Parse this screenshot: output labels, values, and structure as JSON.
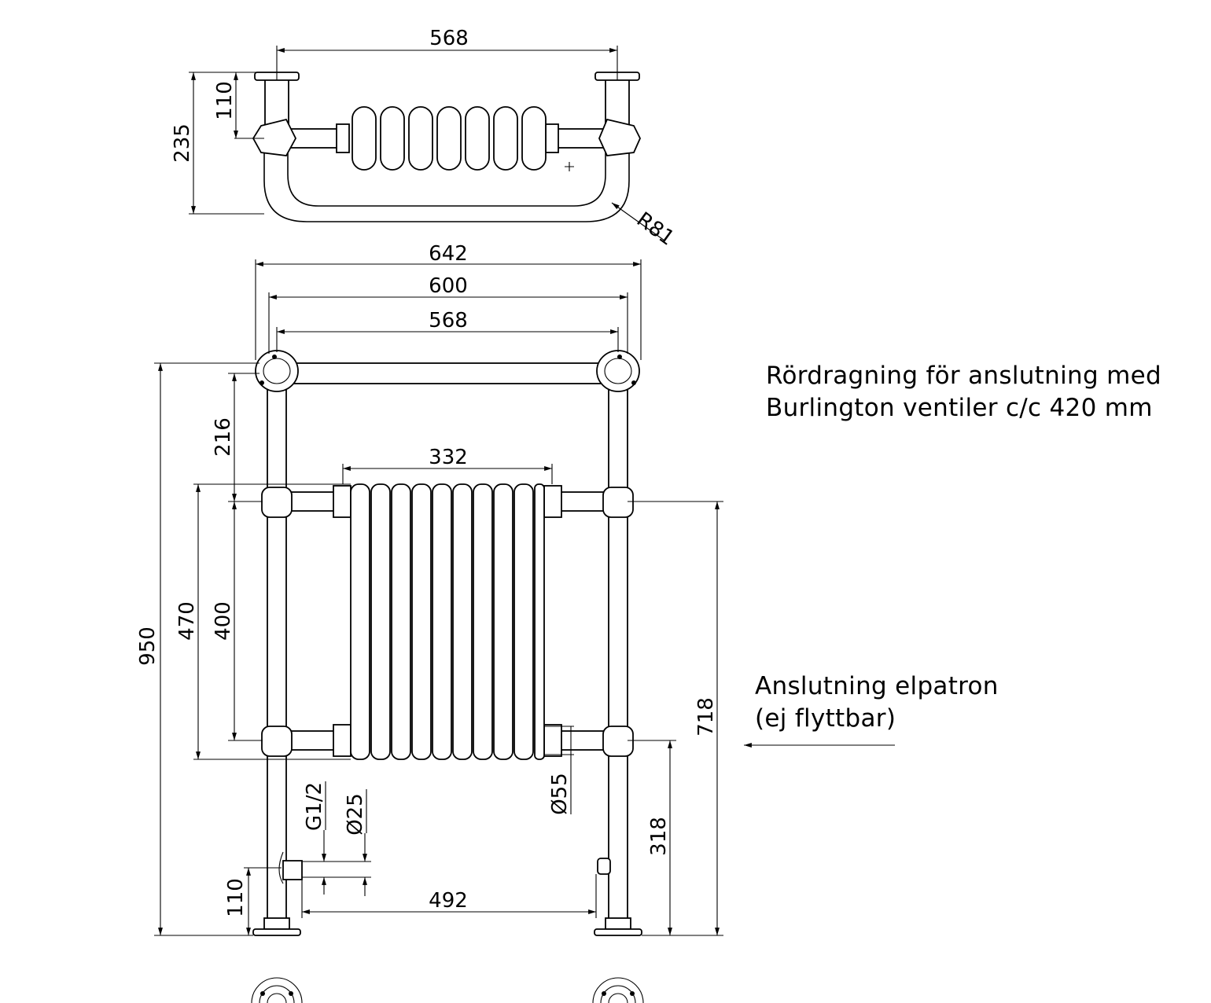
{
  "top_view": {
    "width_568": "568",
    "height_110": "110",
    "depth_235": "235",
    "radius": "R81"
  },
  "front_view": {
    "width_642": "642",
    "width_600": "600",
    "width_568": "568",
    "radiator_332": "332",
    "height_950": "950",
    "height_470": "470",
    "height_400": "400",
    "height_216": "216",
    "height_718": "718",
    "height_318": "318",
    "height_110": "110",
    "spacing_492": "492",
    "thread": "G1/2",
    "dia_25": "Ø25",
    "dia_55": "Ø55"
  },
  "notes": {
    "piping_line1": "Rördragning för anslutning med",
    "piping_line2": "Burlington ventiler c/c 420 mm",
    "element_line1": "Anslutning elpatron",
    "element_line2": "(ej flyttbar)"
  }
}
